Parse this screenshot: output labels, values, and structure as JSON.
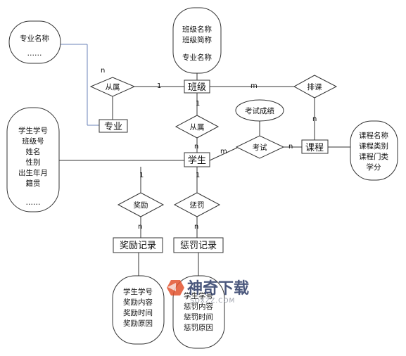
{
  "entities": {
    "class": "班级",
    "major": "专业",
    "student": "学生",
    "course": "课程",
    "reward_record": "奖励记录",
    "penalty_record": "惩罚记录"
  },
  "relations": {
    "belongs_major": "从属",
    "belongs_class": "从属",
    "schedule": "排课",
    "exam": "考试",
    "reward": "奖励",
    "penalty": "惩罚"
  },
  "attributes": {
    "major": [
      "专业名称",
      "……"
    ],
    "class": [
      "班级名称",
      "班级简称",
      "专业名称"
    ],
    "student": [
      "学生学号",
      "班级号",
      "姓名",
      "性别",
      "出生年月",
      "籍贯",
      "……"
    ],
    "course": [
      "课程名称",
      "课程类别",
      "课程门类",
      "学分"
    ],
    "exam_score": "考试成绩",
    "reward_record": [
      "学生学号",
      "奖励内容",
      "奖励时间",
      "奖励原因"
    ],
    "penalty_record": [
      "学生学号",
      "惩罚内容",
      "惩罚时间",
      "惩罚原因"
    ]
  },
  "cardinality": {
    "major_rel_class": "n",
    "class_rel_major": "1",
    "class_schedule": "m",
    "schedule_course": "n",
    "class_rel_student": "1",
    "rel_student": "n",
    "student_exam": "m",
    "exam_course": "n",
    "student_reward": "1",
    "reward_record": "n",
    "student_penalty": "1",
    "penalty_record": "n"
  },
  "watermark": {
    "cn": "神奇下载",
    "en": "SQXZZ.COM"
  }
}
